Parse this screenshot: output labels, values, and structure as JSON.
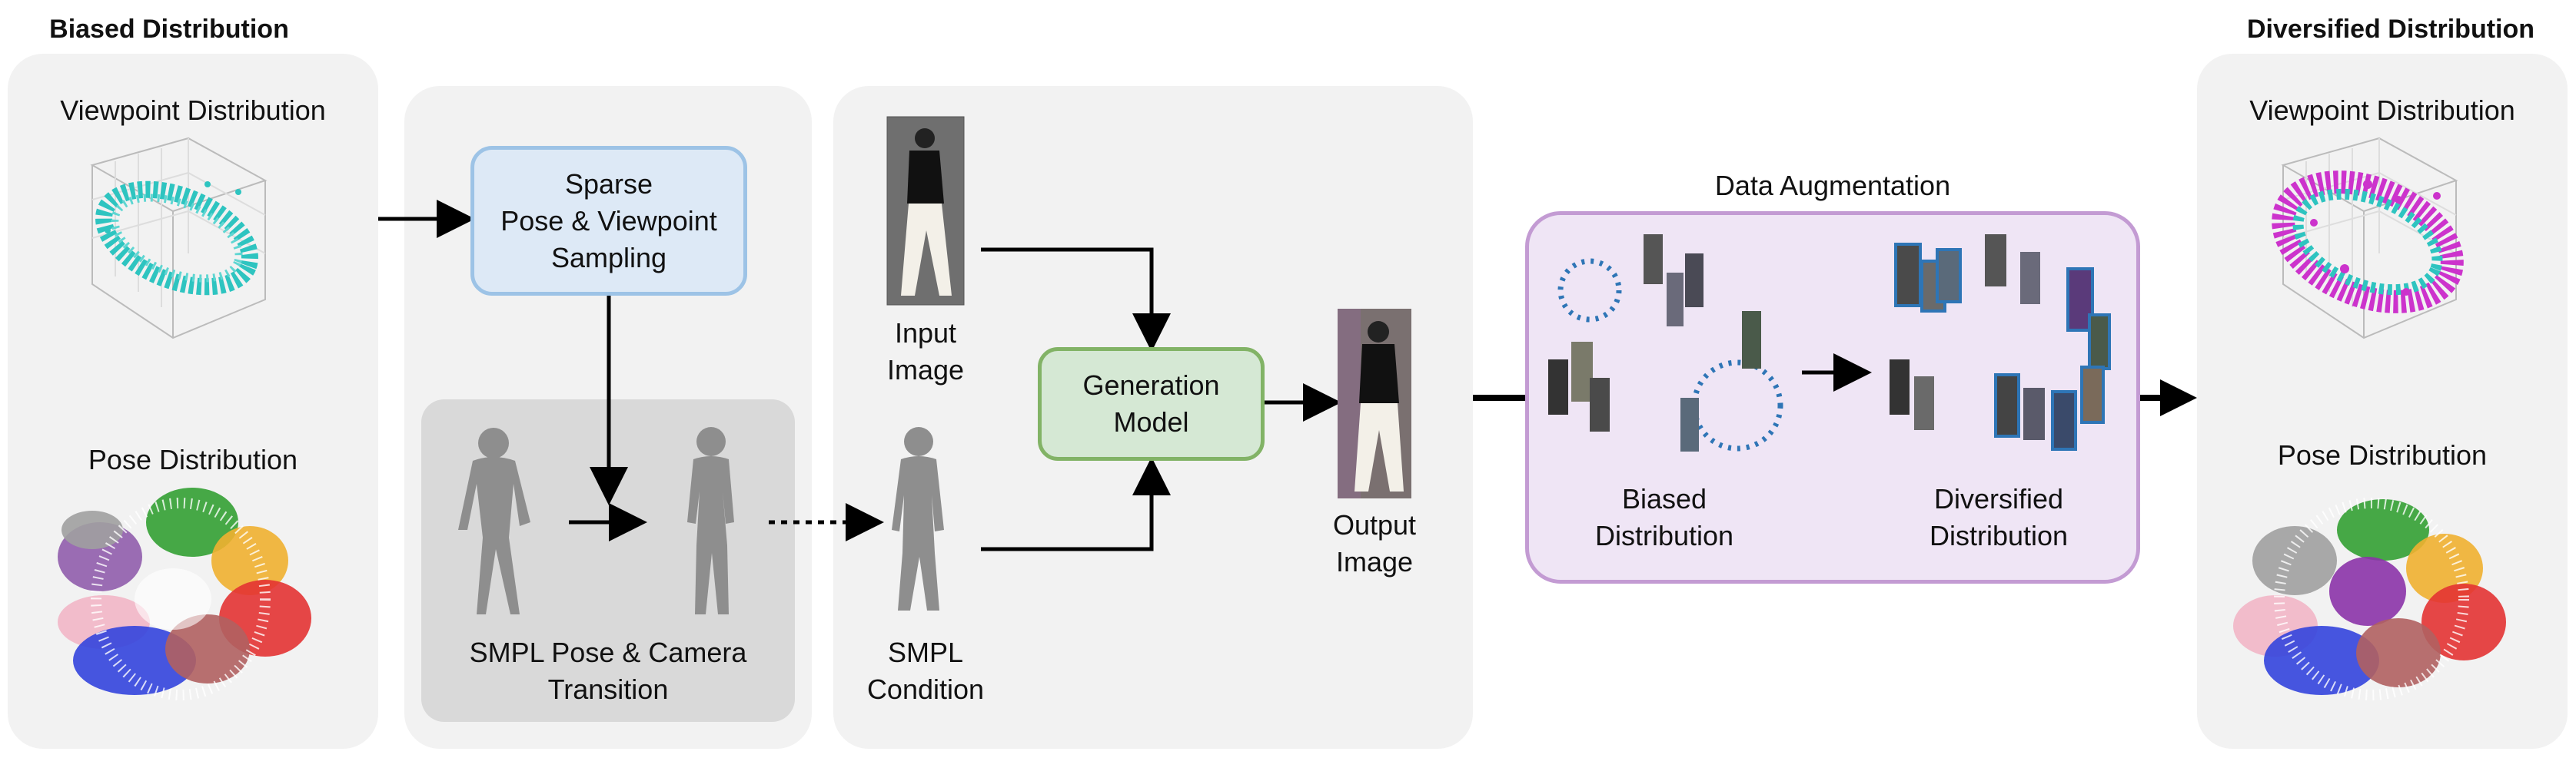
{
  "left": {
    "title": "Biased Distribution",
    "viewpoint_label": "Viewpoint Distribution",
    "pose_label": "Pose Distribution"
  },
  "sampling": {
    "box_line1": "Sparse",
    "box_line2": "Pose & Viewpoint",
    "box_line3": "Sampling",
    "smpl_label_line1": "SMPL Pose & Camera",
    "smpl_label_line2": "Transition"
  },
  "generation": {
    "input_line1": "Input",
    "input_line2": "Image",
    "model_line1": "Generation",
    "model_line2": "Model",
    "condition_line1": "SMPL",
    "condition_line2": "Condition",
    "output_line1": "Output",
    "output_line2": "Image"
  },
  "augmentation": {
    "title": "Data Augmentation",
    "biased_line1": "Biased",
    "biased_line2": "Distribution",
    "diversified_line1": "Diversified",
    "diversified_line2": "Distribution"
  },
  "right": {
    "title": "Diversified Distribution",
    "viewpoint_label": "Viewpoint Distribution",
    "pose_label": "Pose Distribution"
  },
  "colors": {
    "panel": "#f2f2f2",
    "smpl_panel": "#d9d9d9",
    "sampling_box_fill": "#dde9f6",
    "sampling_box_border": "#9dc3e6",
    "model_box_fill": "#d5e8d4",
    "model_box_border": "#82b366",
    "augmentation_fill": "#efe5f5",
    "augmentation_border": "#c39bd3",
    "teal": "#2ec4c0",
    "magenta": "#cc33cc",
    "dotted_circle": "#2e75b6"
  },
  "icons": [
    "viewpoint-scatter-3d",
    "pose-cluster-scatter",
    "smpl-body-mesh",
    "person-photo"
  ]
}
